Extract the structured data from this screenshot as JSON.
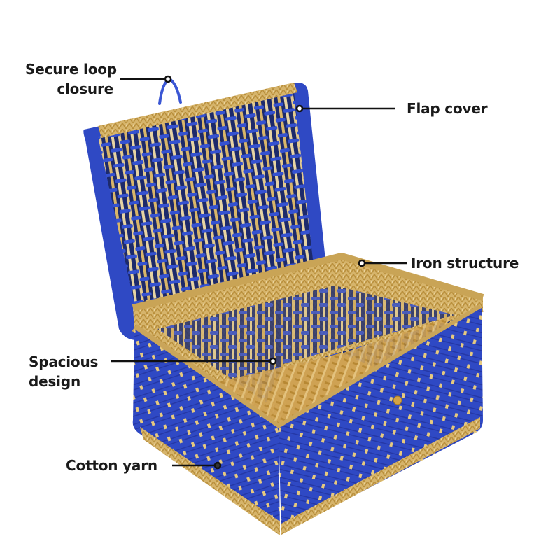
{
  "image": {
    "subject": "Rectangular woven storage basket with hinged lid",
    "background_color": "#ffffff",
    "colors": {
      "cotton_yarn_blue": "#2f49c4",
      "gold_jute": "#d8b56a",
      "gold_dark": "#b98f3c",
      "iron_frame_gold": "#c9962e",
      "callout_line": "#111111"
    }
  },
  "callouts": [
    {
      "id": "secure-loop-closure",
      "lines": [
        "Secure loop",
        "closure"
      ],
      "side": "left"
    },
    {
      "id": "flap-cover",
      "lines": [
        "Flap cover"
      ],
      "side": "right"
    },
    {
      "id": "iron-structure",
      "lines": [
        "Iron structure"
      ],
      "side": "right"
    },
    {
      "id": "spacious-design",
      "lines": [
        "Spacious",
        "design"
      ],
      "side": "left"
    },
    {
      "id": "cotton-yarn",
      "lines": [
        "Cotton yarn"
      ],
      "side": "left"
    }
  ]
}
